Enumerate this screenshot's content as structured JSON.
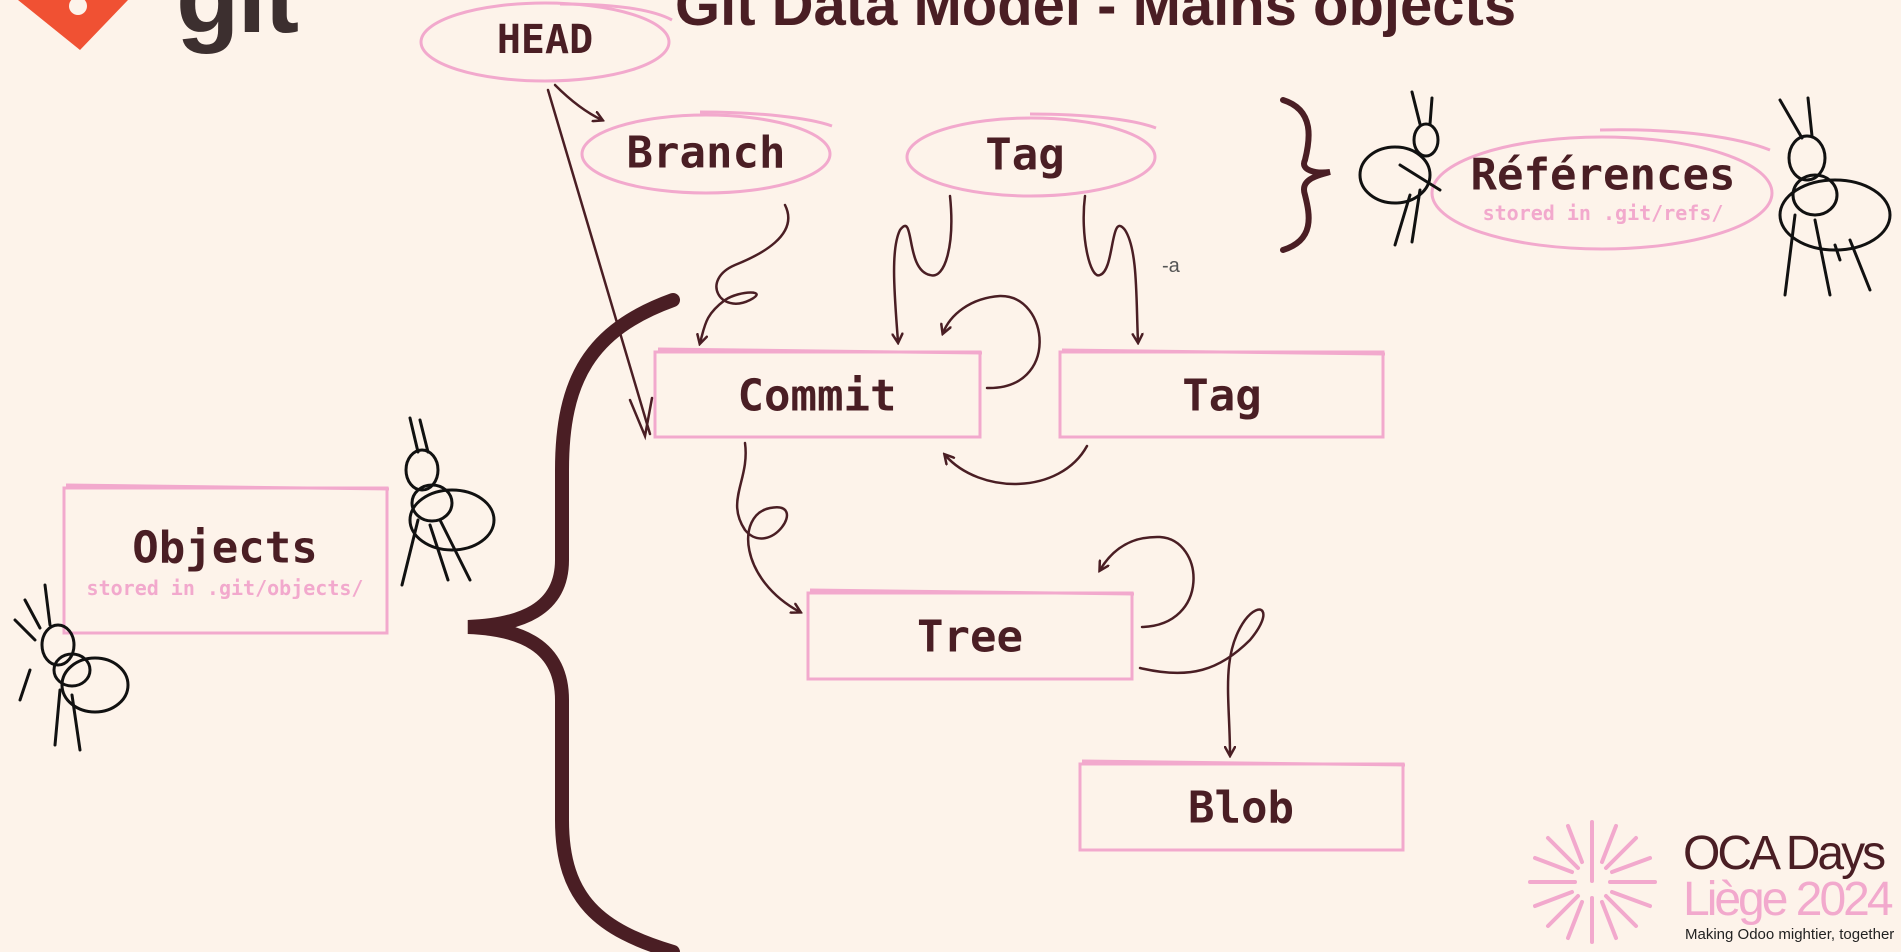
{
  "slide": {
    "title": "Git Data Model - Mains objects",
    "logo_word": "git"
  },
  "diagram": {
    "references_group": {
      "label": "Références",
      "sublabel": "stored in .git/refs/"
    },
    "objects_group": {
      "label": "Objects",
      "sublabel": "stored in .git/objects/"
    },
    "refs": [
      {
        "id": "head",
        "label": "HEAD"
      },
      {
        "id": "branch",
        "label": "Branch"
      },
      {
        "id": "tag-ref",
        "label": "Tag"
      }
    ],
    "objects": [
      {
        "id": "commit",
        "label": "Commit"
      },
      {
        "id": "tag-object",
        "label": "Tag"
      },
      {
        "id": "tree",
        "label": "Tree"
      },
      {
        "id": "blob",
        "label": "Blob"
      }
    ],
    "annotations": {
      "tag_flag": "-a"
    },
    "edges": [
      {
        "from": "head",
        "to": "branch"
      },
      {
        "from": "head",
        "to": "commit"
      },
      {
        "from": "branch",
        "to": "commit"
      },
      {
        "from": "tag-ref",
        "to": "commit"
      },
      {
        "from": "tag-ref",
        "to": "tag-object",
        "label": "-a"
      },
      {
        "from": "commit",
        "to": "commit"
      },
      {
        "from": "tag-object",
        "to": "commit"
      },
      {
        "from": "commit",
        "to": "tree"
      },
      {
        "from": "tree",
        "to": "tree"
      },
      {
        "from": "tree",
        "to": "blob"
      }
    ]
  },
  "event_logo": {
    "line1": "OCA Days",
    "line2": "Liège 2024",
    "tagline": "Making Odoo mightier, together"
  },
  "colors": {
    "background": "#fdf3ea",
    "ink": "#4a1e24",
    "pink": "#f2a9cd",
    "git_orange": "#f05133"
  }
}
